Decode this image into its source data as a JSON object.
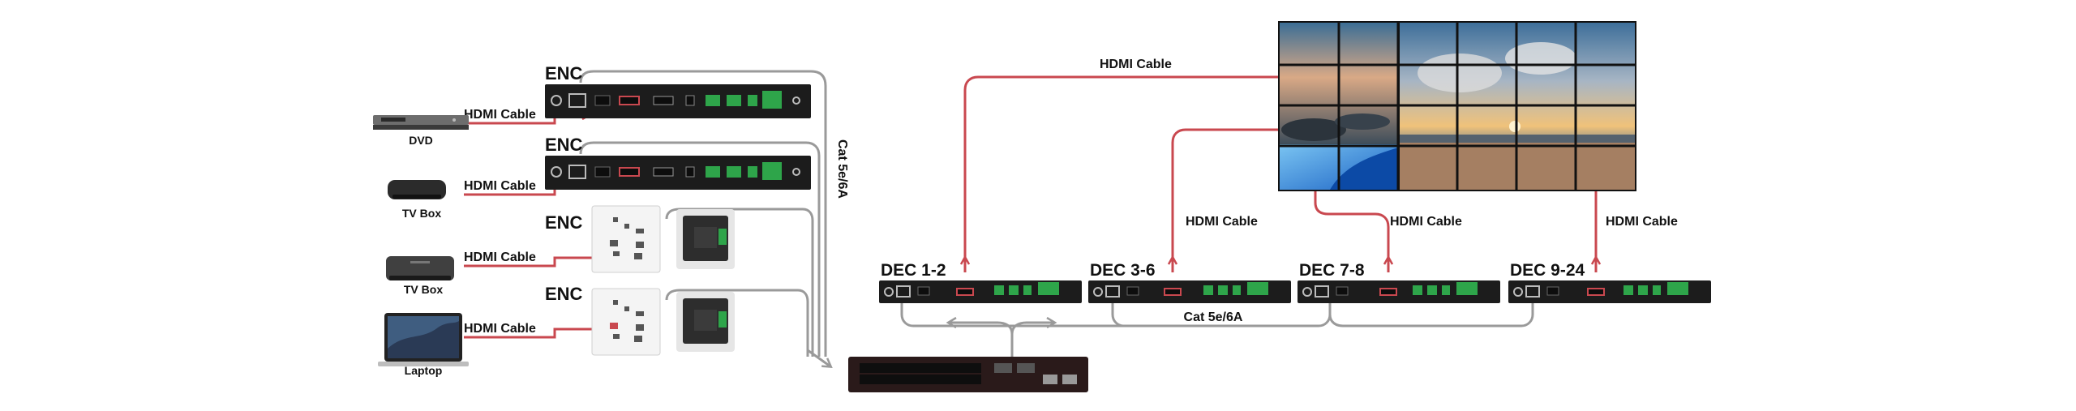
{
  "sources": [
    {
      "name": "DVD",
      "icon": "dvd-player-icon",
      "cable": "HDMI Cable"
    },
    {
      "name": "TV Box",
      "icon": "tv-box-icon",
      "cable": "HDMI Cable"
    },
    {
      "name": "TV Box",
      "icon": "tv-box-icon",
      "cable": "HDMI Cable"
    },
    {
      "name": "Laptop",
      "icon": "laptop-icon",
      "cable": "HDMI Cable"
    }
  ],
  "encoders": [
    {
      "label": "ENC",
      "kind": "box"
    },
    {
      "label": "ENC",
      "kind": "box"
    },
    {
      "label": "ENC",
      "kind": "wallplate"
    },
    {
      "label": "ENC",
      "kind": "wallplate"
    }
  ],
  "network": {
    "encoder_side_cable": "Cat  5e/6A",
    "decoder_side_cable": "Cat  5e/6A"
  },
  "decoders": [
    {
      "label": "DEC 1-2",
      "cable": "HDMI Cable"
    },
    {
      "label": "DEC 3-6",
      "cable": "HDMI Cable"
    },
    {
      "label": "DEC 7-8",
      "cable": "HDMI Cable"
    },
    {
      "label": "DEC 9-24",
      "cable": "HDMI Cable"
    }
  ],
  "colors": {
    "hdmi": "#c9484f",
    "ethernet": "#9a9a9a",
    "device": "#1c1c1c",
    "port_green": "#2ea54a"
  }
}
